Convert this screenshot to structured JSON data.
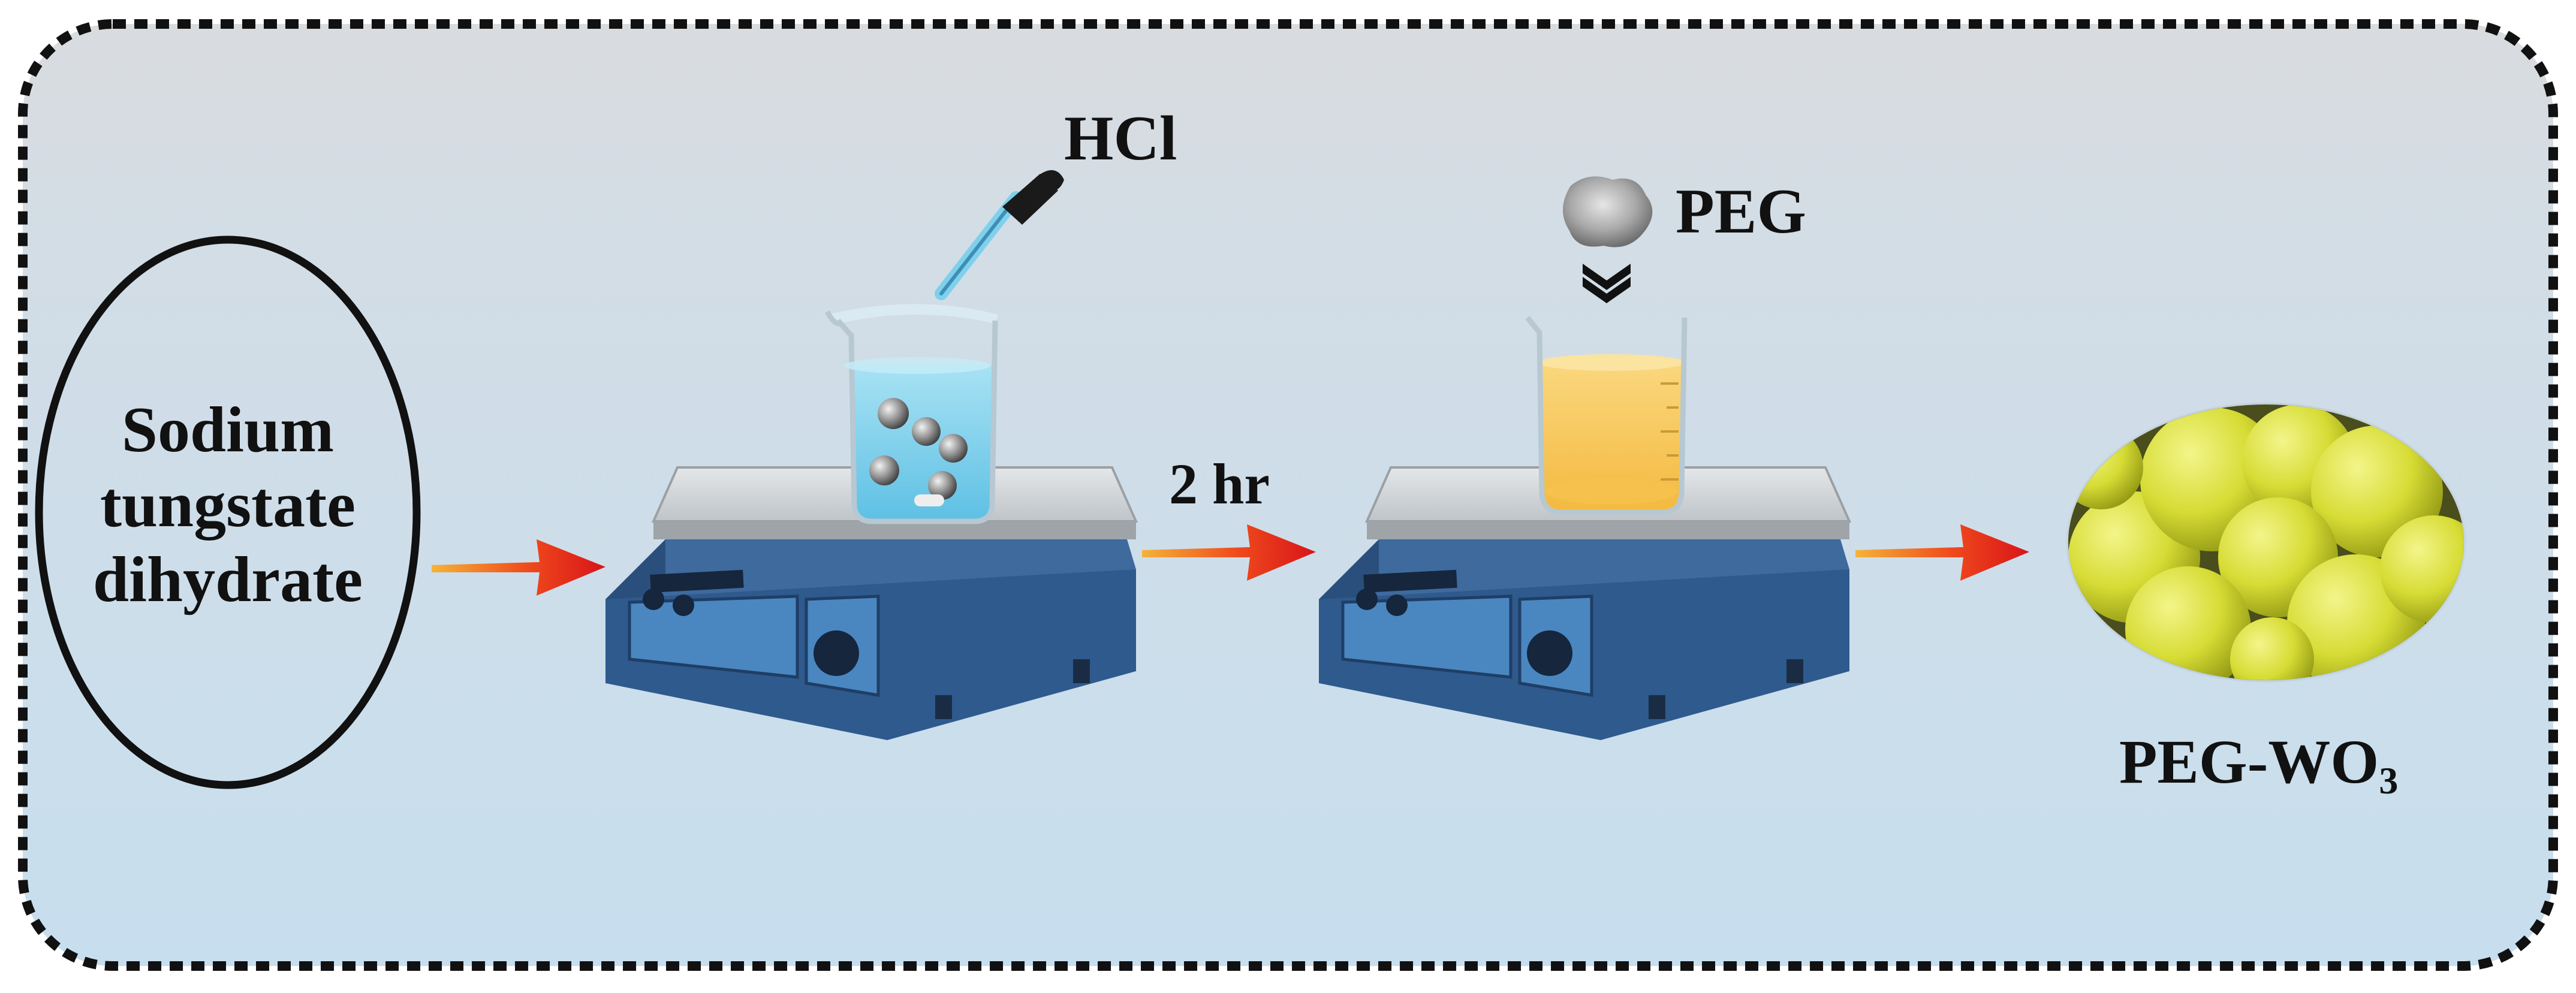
{
  "diagram": {
    "reagent_label": "HCl",
    "additive_label": "PEG",
    "time_label": "2 hr",
    "product_label_main": "PEG-WO",
    "product_label_subscript": "3",
    "precursor_lines": [
      "Sodium",
      "tungstate",
      "dihydrate"
    ]
  },
  "colors": {
    "frame_dash": "#111111",
    "bg_top": "#d9dcdf",
    "bg_bottom": "#c7deee",
    "arrow_red": "#e8231a",
    "hotplate_blue": "#2e5a8e",
    "plate_grey": "#cfd3d6",
    "solution_blue": "#7fd0ec",
    "solution_yellow": "#f7c95a",
    "particle_yellow": "#d8df3a"
  },
  "icons": [
    "dropper-icon",
    "powder-icon",
    "down-chevrons-icon",
    "hotplate-icon",
    "beaker-icon",
    "particles-icon"
  ]
}
